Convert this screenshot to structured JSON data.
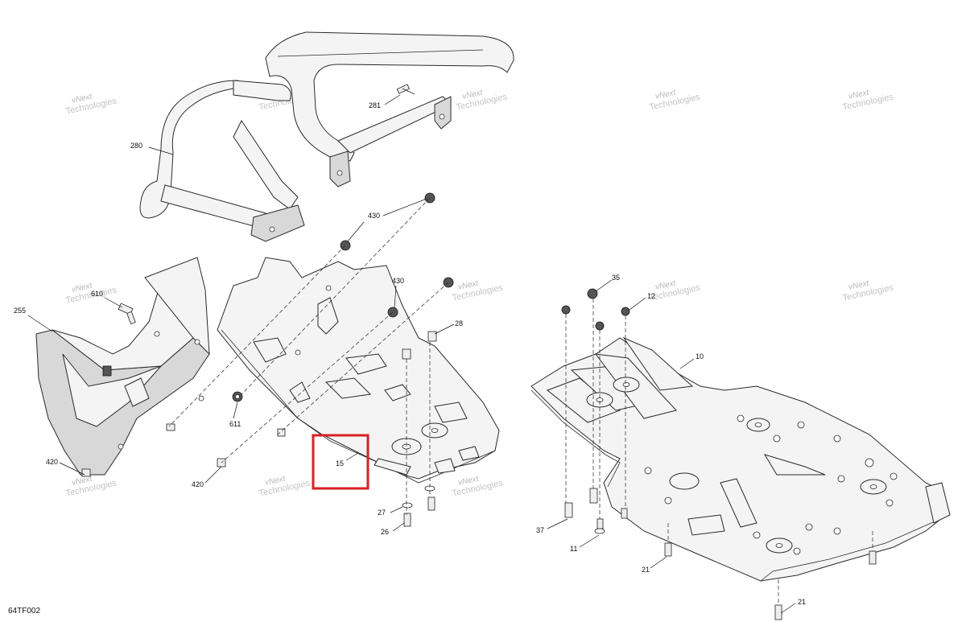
{
  "diagram_code": "64TF002",
  "watermark": {
    "line1": "vNext",
    "line2": "Technologies",
    "combined": "vNext Technologies"
  },
  "highlight_color": "#d81f26",
  "highlighted_part": "15",
  "part_labels": {
    "p280": "280",
    "p281": "281",
    "p430a": "430",
    "p430b": "430",
    "p610": "610",
    "p255": "255",
    "p611": "611",
    "p420a": "420",
    "p420b": "420",
    "p28": "28",
    "p15": "15",
    "p27": "27",
    "p26": "26",
    "p35": "35",
    "p12": "12",
    "p10": "10",
    "p37": "37",
    "p11": "11",
    "p21a": "21",
    "p21b": "21"
  }
}
